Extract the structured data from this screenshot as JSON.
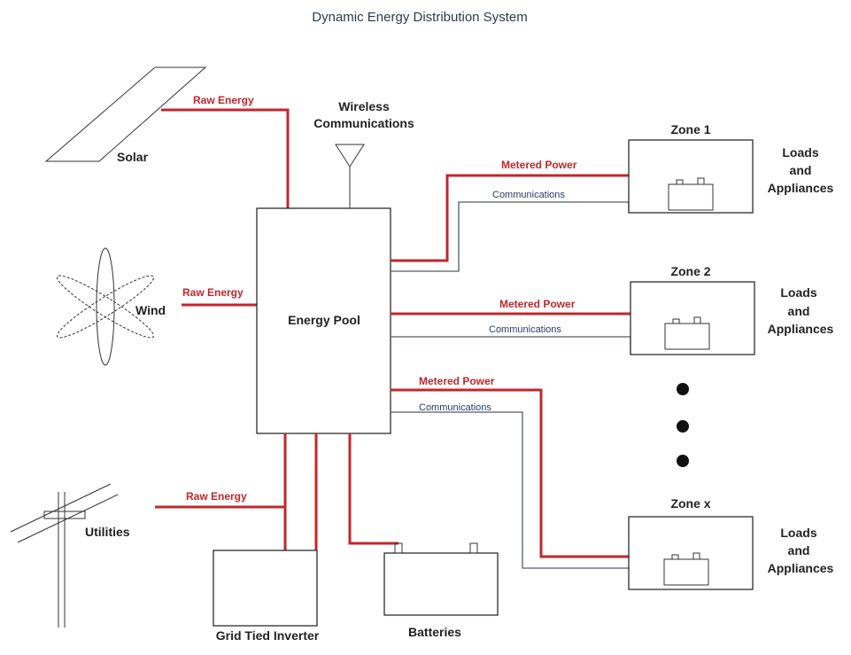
{
  "title": "Dynamic Energy Distribution System",
  "sources": {
    "solar": "Solar",
    "wind": "Wind",
    "utilities": "Utilities",
    "raw_energy": "Raw Energy"
  },
  "hub": {
    "label": "Energy Pool",
    "wireless_line1": "Wireless",
    "wireless_line2": "Communications"
  },
  "links": {
    "metered_power": "Metered Power",
    "communications": "Communications"
  },
  "zones": [
    {
      "name": "Zone 1",
      "loads": [
        "Loads",
        "and",
        "Appliances"
      ]
    },
    {
      "name": "Zone 2",
      "loads": [
        "Loads",
        "and",
        "Appliances"
      ]
    },
    {
      "name": "Zone x",
      "loads": [
        "Loads",
        "and",
        "Appliances"
      ]
    }
  ],
  "storage": {
    "inverter": "Grid Tied Inverter",
    "batteries": "Batteries"
  },
  "colors": {
    "power_line": "#c0272d",
    "comm_line": "#555c66"
  }
}
